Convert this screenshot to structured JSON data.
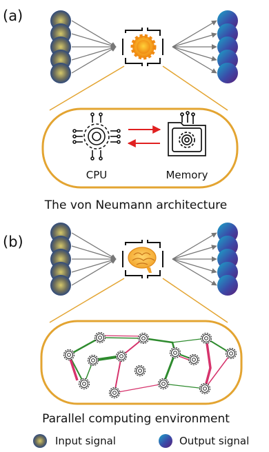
{
  "panel_a": {
    "tag": "(a)",
    "cpu_label": "CPU",
    "memory_label": "Memory",
    "caption": "The von Neumann architecture"
  },
  "panel_b": {
    "tag": "(b)",
    "caption": "Parallel computing environment"
  },
  "legend": {
    "input_label": "Input signal",
    "output_label": "Output signal"
  },
  "colors": {
    "input_node": "#8a8550",
    "output_node": "#5a3b8c",
    "frame": "#e3a431",
    "green_link": "#2e8b2e",
    "pink_link": "#d6336c",
    "arrow_red": "#e02020"
  },
  "icons": [
    "gear-icon",
    "brain-icon",
    "cpu-icon",
    "memory-icon"
  ]
}
